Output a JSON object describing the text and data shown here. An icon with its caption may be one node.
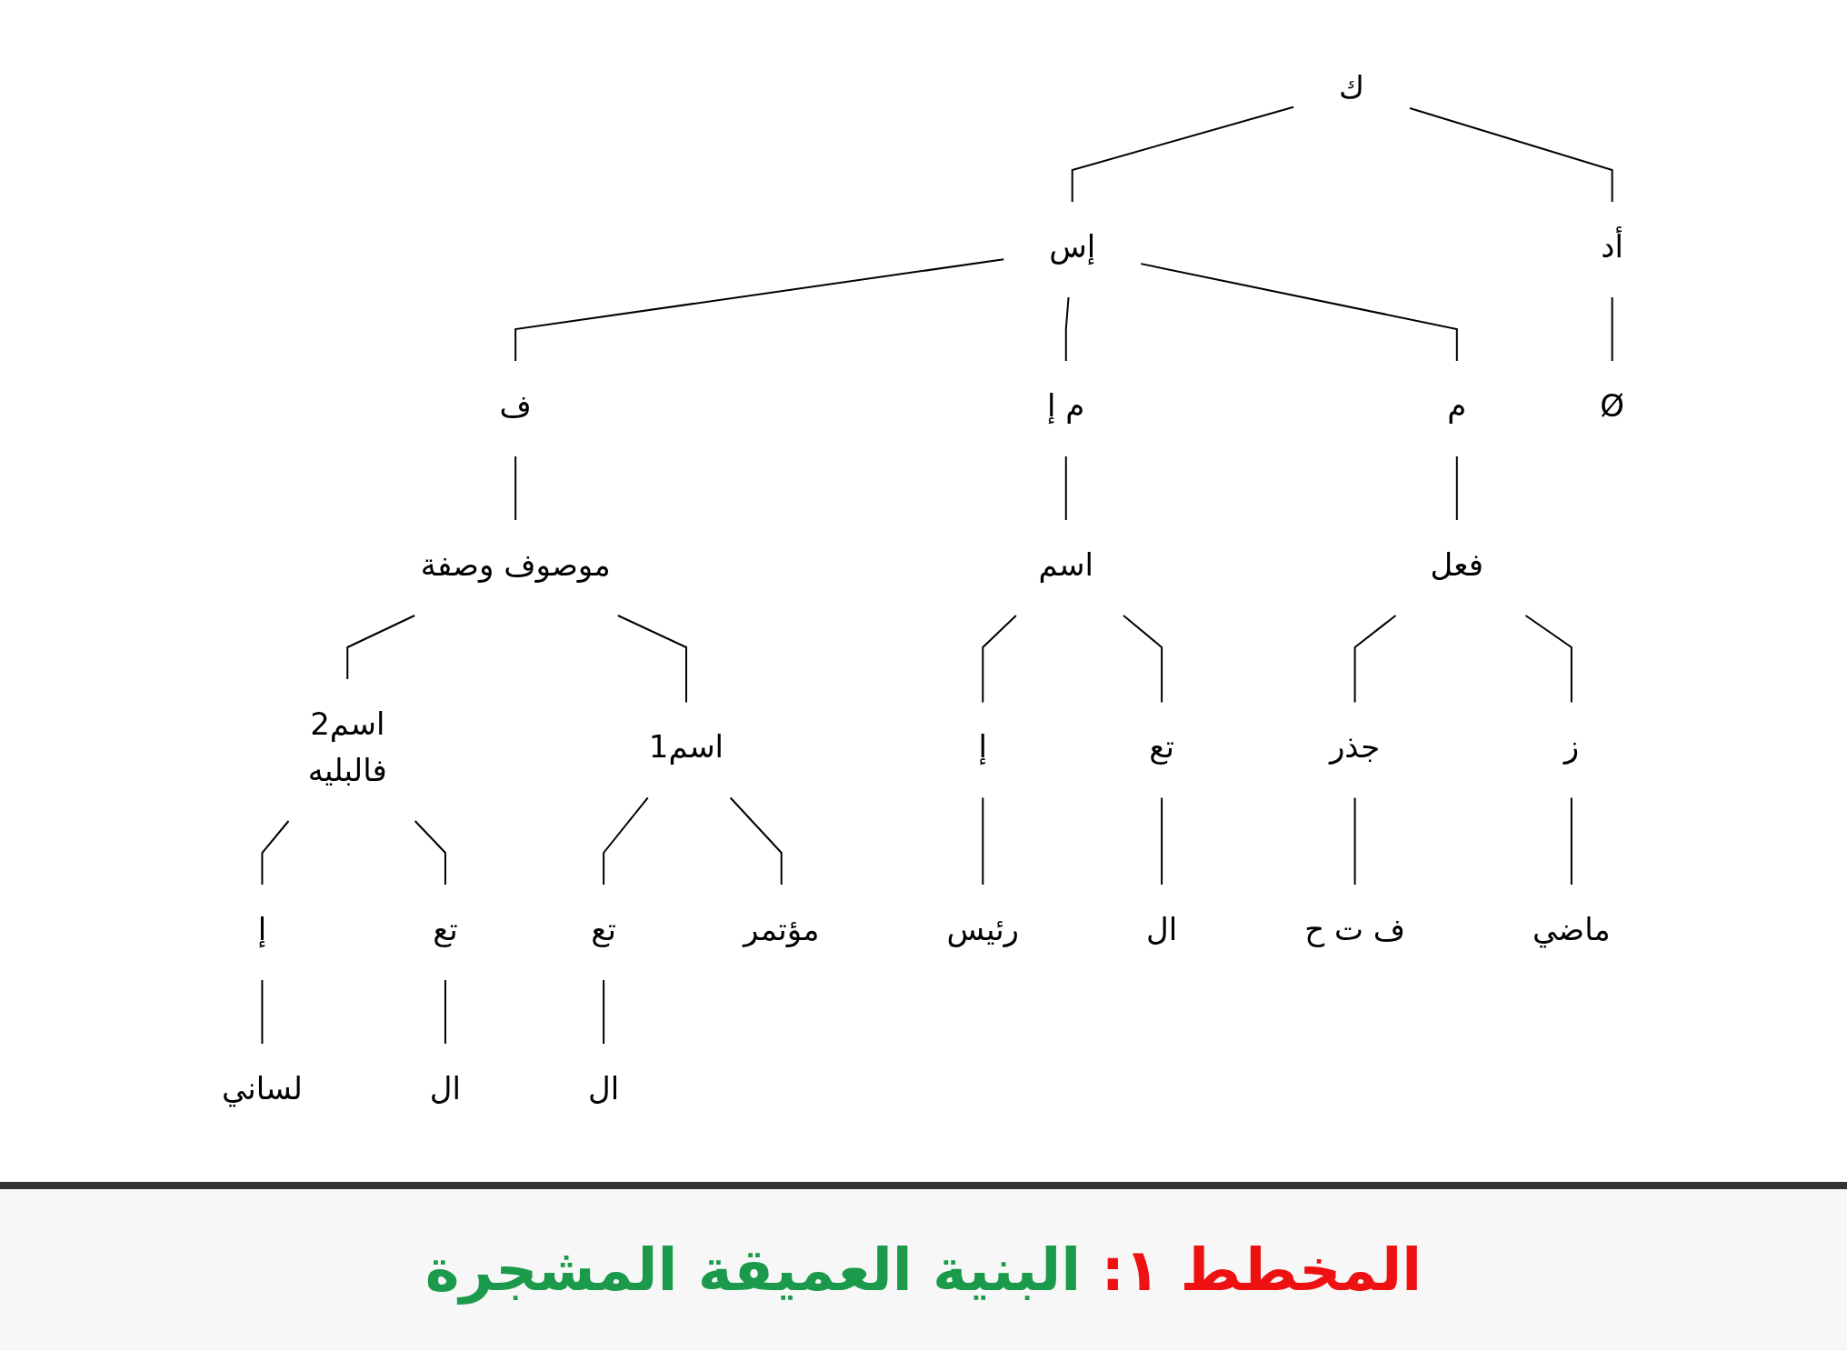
{
  "diagram": {
    "caption": "المخطط ١: البنية العميقة المشجرة",
    "nodes": [
      {
        "text": [
          "ك"
        ]
      },
      {
        "text": [
          "إس"
        ]
      },
      {
        "text": [
          "أد"
        ]
      },
      {
        "text": [
          "ف"
        ]
      },
      {
        "text": [
          "م إ"
        ]
      },
      {
        "text": [
          "م"
        ]
      },
      {
        "text": [
          "Ø"
        ]
      },
      {
        "text": [
          "موصوف وصفة"
        ]
      },
      {
        "text": [
          "اسم"
        ]
      },
      {
        "text": [
          "فعل"
        ]
      },
      {
        "text": [
          "اسم2",
          "فالبليه"
        ]
      },
      {
        "text": [
          "اسم1"
        ]
      },
      {
        "text": [
          "إ"
        ]
      },
      {
        "text": [
          "تع"
        ]
      },
      {
        "text": [
          "جذر"
        ]
      },
      {
        "text": [
          "ز"
        ]
      },
      {
        "text": [
          "إ"
        ]
      },
      {
        "text": [
          "تع"
        ]
      },
      {
        "text": [
          "تع"
        ]
      },
      {
        "text": [
          "لساني"
        ]
      },
      {
        "text": [
          "ال"
        ]
      },
      {
        "text": [
          "مؤتمر"
        ]
      },
      {
        "text": [
          "ال"
        ]
      },
      {
        "text": [
          "رئيس"
        ]
      },
      {
        "text": [
          "ال"
        ]
      },
      {
        "text": [
          "ف ت ح"
        ]
      },
      {
        "text": [
          "ماضي"
        ]
      }
    ],
    "edges": [
      {
        "from": 0,
        "to": 1,
        "arrow": "none"
      },
      {
        "from": 0,
        "to": 2,
        "arrow": "none"
      },
      {
        "from": 1,
        "to": 3,
        "arrow": "none"
      },
      {
        "from": 1,
        "to": 4,
        "arrow": "none"
      },
      {
        "from": 1,
        "to": 5,
        "arrow": "none"
      },
      {
        "from": 2,
        "to": 6,
        "arrow": "none"
      },
      {
        "from": 3,
        "to": 7,
        "arrow": "none"
      },
      {
        "from": 4,
        "to": 8,
        "arrow": "none"
      },
      {
        "from": 5,
        "to": 9,
        "arrow": "none"
      },
      {
        "from": 7,
        "to": 10,
        "arrow": "none"
      },
      {
        "from": 7,
        "to": 11,
        "arrow": "none"
      },
      {
        "from": 8,
        "to": 12,
        "arrow": "none"
      },
      {
        "from": 8,
        "to": 13,
        "arrow": "none"
      },
      {
        "from": 9,
        "to": 14,
        "arrow": "none"
      },
      {
        "from": 9,
        "to": 15,
        "arrow": "none"
      },
      {
        "from": 10,
        "to": 16,
        "arrow": "none"
      },
      {
        "from": 10,
        "to": 17,
        "arrow": "none"
      },
      {
        "from": 11,
        "to": 21,
        "arrow": "none"
      },
      {
        "from": 11,
        "to": 18,
        "arrow": "none"
      },
      {
        "from": 16,
        "to": 19,
        "arrow": "none"
      },
      {
        "from": 17,
        "to": 20,
        "arrow": "none"
      },
      {
        "from": 18,
        "to": 22,
        "arrow": "none"
      },
      {
        "from": 12,
        "to": 23,
        "arrow": "none"
      },
      {
        "from": 13,
        "to": 24,
        "arrow": "none"
      },
      {
        "from": 14,
        "to": 25,
        "arrow": "none"
      },
      {
        "from": 15,
        "to": 26,
        "arrow": "none"
      }
    ]
  }
}
